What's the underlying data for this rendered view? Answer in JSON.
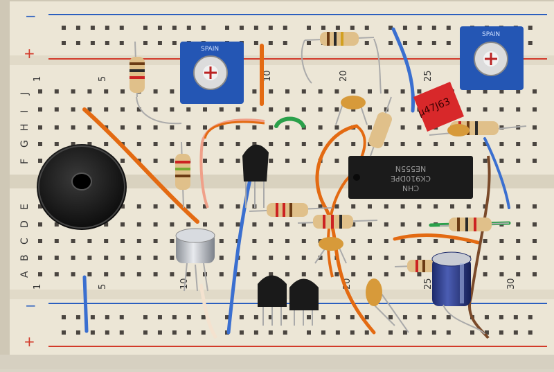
{
  "rail_marks": {
    "top_minus": "−",
    "top_plus": "+",
    "bottom_minus": "−",
    "bottom_plus": "+"
  },
  "row_letters": {
    "J": "J",
    "I": "I",
    "H": "H",
    "G": "G",
    "F": "F",
    "E": "E",
    "D": "D",
    "C": "C",
    "B": "B",
    "A": "A"
  },
  "column_numbers": {
    "top": [
      "1",
      "5",
      "10",
      "20",
      "25"
    ],
    "bottom": [
      "1",
      "5",
      "10",
      "20",
      "25",
      "30"
    ]
  },
  "components": {
    "trimpot_left_brand": "SPAIN",
    "trimpot_right_brand": "SPAIN",
    "capacitor_label": "μ47J63",
    "ic_line1": "NE555N",
    "ic_line2": "CK910DPE",
    "ic_line3": "CHN"
  },
  "colors": {
    "board": "#ece6d6",
    "rail_red": "#d23a2a",
    "rail_blue": "#2b5fbf",
    "wire_orange": "#e36a12",
    "wire_blue": "#3a6fd0",
    "wire_green": "#2aa04a",
    "trimpot_blue": "#2456b4"
  }
}
